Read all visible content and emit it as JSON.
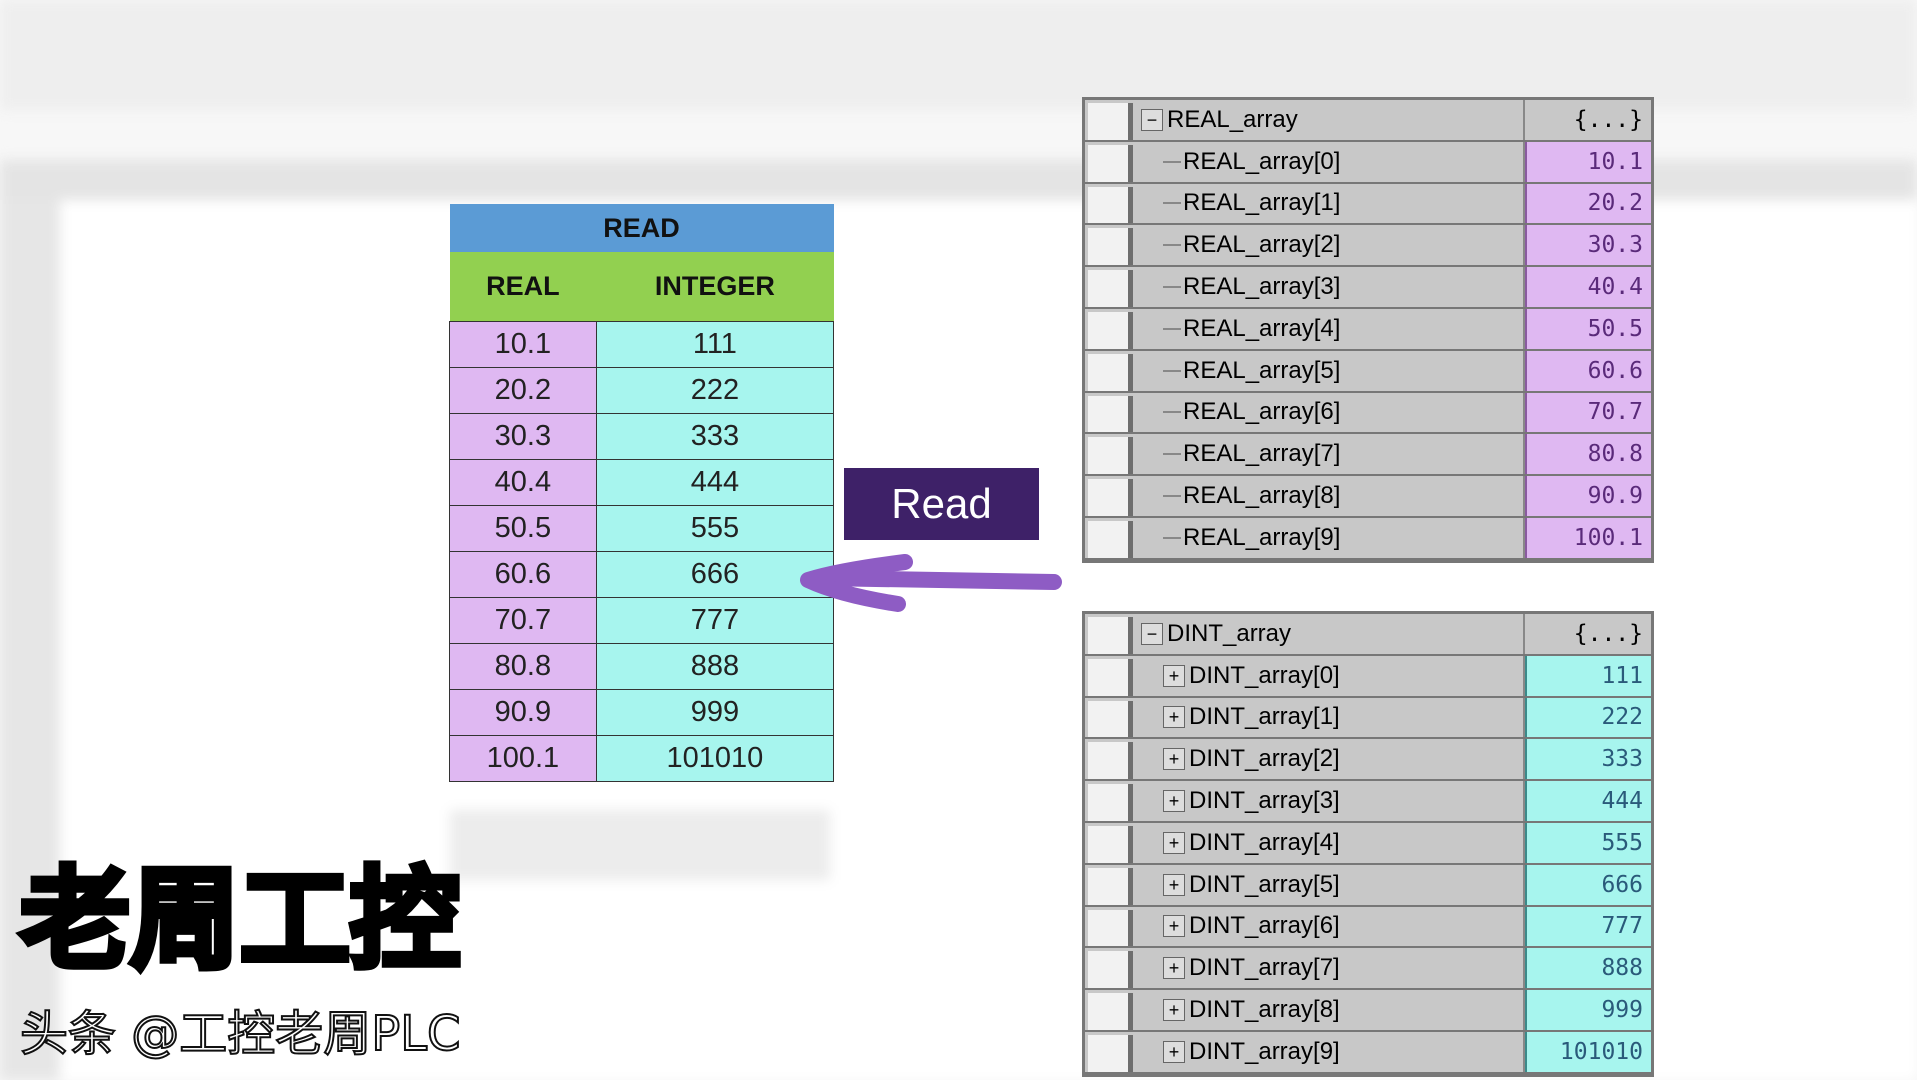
{
  "read_table": {
    "title": "READ",
    "col_real": "REAL",
    "col_integer": "INTEGER",
    "rows": [
      [
        "10.1",
        "111"
      ],
      [
        "20.2",
        "222"
      ],
      [
        "30.3",
        "333"
      ],
      [
        "40.4",
        "444"
      ],
      [
        "50.5",
        "555"
      ],
      [
        "60.6",
        "666"
      ],
      [
        "70.7",
        "777"
      ],
      [
        "80.8",
        "888"
      ],
      [
        "90.9",
        "999"
      ],
      [
        "100.1",
        "101010"
      ]
    ]
  },
  "read_button": "Read",
  "real_panel": {
    "name": "REAL_array",
    "value": "{...}",
    "collapse_glyph": "−",
    "items": [
      [
        "REAL_array[0]",
        "10.1"
      ],
      [
        "REAL_array[1]",
        "20.2"
      ],
      [
        "REAL_array[2]",
        "30.3"
      ],
      [
        "REAL_array[3]",
        "40.4"
      ],
      [
        "REAL_array[4]",
        "50.5"
      ],
      [
        "REAL_array[5]",
        "60.6"
      ],
      [
        "REAL_array[6]",
        "70.7"
      ],
      [
        "REAL_array[7]",
        "80.8"
      ],
      [
        "REAL_array[8]",
        "90.9"
      ],
      [
        "REAL_array[9]",
        "100.1"
      ]
    ]
  },
  "dint_panel": {
    "name": "DINT_array",
    "value": "{...}",
    "collapse_glyph": "−",
    "expand_glyph": "+",
    "items": [
      [
        "DINT_array[0]",
        "111"
      ],
      [
        "DINT_array[1]",
        "222"
      ],
      [
        "DINT_array[2]",
        "333"
      ],
      [
        "DINT_array[3]",
        "444"
      ],
      [
        "DINT_array[4]",
        "555"
      ],
      [
        "DINT_array[5]",
        "666"
      ],
      [
        "DINT_array[6]",
        "777"
      ],
      [
        "DINT_array[7]",
        "888"
      ],
      [
        "DINT_array[8]",
        "999"
      ],
      [
        "DINT_array[9]",
        "101010"
      ]
    ]
  },
  "watermark": {
    "big": "老周工控",
    "small": "头条 @工控老周PLC"
  },
  "colors": {
    "real": "#dfb8f2",
    "integer": "#a7f5ee",
    "header": "#5b9bd5",
    "subheader": "#92d050",
    "button": "#3e2168",
    "arrow": "#8e5cc4"
  }
}
